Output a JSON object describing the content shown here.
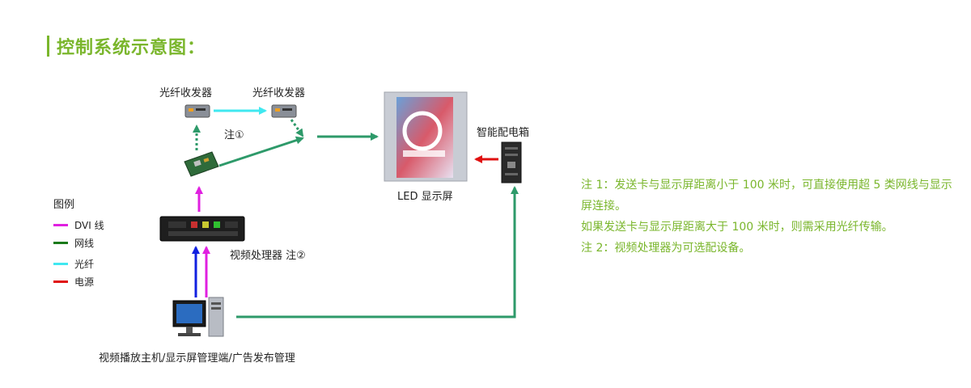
{
  "title": "控制系统示意图：",
  "labels": {
    "fiber_1": "光纤收发器",
    "fiber_2": "光纤收发器",
    "note1_marker": "注①",
    "led_screen": "LED 显示屏",
    "power_box": "智能配电箱",
    "video_processor": "视频处理器 注②",
    "host": "视频播放主机/显示屏管理端/广告发布管理"
  },
  "legend": {
    "title": "图例",
    "items": [
      {
        "label": "DVI 线",
        "color": "#e020e0"
      },
      {
        "label": "网线",
        "color": "#1a7a1a"
      },
      {
        "label": "光纤",
        "color": "#40e8f0"
      },
      {
        "label": "电源",
        "color": "#e01010"
      }
    ]
  },
  "notes": [
    "注 1：发送卡与显示屏距离小于 100 米时，可直接使用超 5 类网线与显示屏连接。",
    "如果发送卡与显示屏距离大于 100 米时，则需采用光纤传输。",
    "注 2：视频处理器为可选配设备。"
  ],
  "colors": {
    "accent": "#7ab62c",
    "network": "#2e9a6a",
    "dvi": "#e020e0",
    "blue": "#1020e0",
    "fiber": "#40e8f0",
    "power": "#e01010"
  }
}
